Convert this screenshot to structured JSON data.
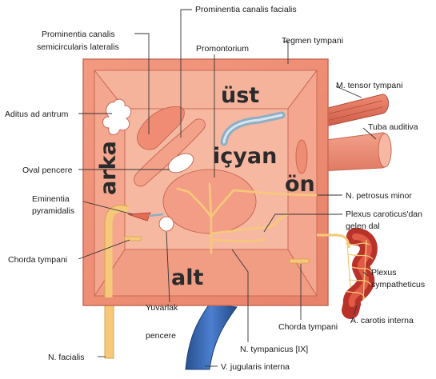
{
  "regions": {
    "top": "üst",
    "bottom": "alt",
    "back": "arka",
    "front": "ön",
    "inner": "içyan"
  },
  "labels": {
    "prominentia_canalis_facialis": "Prominentia canalis facialis",
    "prominentia_canalis_semicircularis_1": "Prominentia canalis",
    "prominentia_canalis_semicircularis_2": "semicircularis lateralis",
    "promontorium": "Promontorium",
    "tegmen_tympani": "Tegmen tympani",
    "aditus_ad_antrum": "Aditus ad antrum",
    "m_tensor_tympani": "M. tensor tympani",
    "tuba_auditiva": "Tuba auditiva",
    "oval_pencere": "Oval pencere",
    "n_petrosus_minor": "N. petrosus minor",
    "eminentia_1": "Eminentia",
    "eminentia_2": "pyramidalis",
    "plexus_caroticus_1": "Plexus caroticus'dan",
    "plexus_caroticus_2": "gelen dal",
    "chorda_tympani_left": "Chorda tympani",
    "plexus_sympatheticus_1": "Plexus",
    "plexus_sympatheticus_2": "sympatheticus",
    "a_carotis_interna": "A. carotis interna",
    "yuvarlak_1": "Yuvarlak",
    "yuvarlak_2": "pencere",
    "chorda_tympani_right": "Chorda tympani",
    "n_facialis": "N. facialis",
    "n_tympanicus": "N. tympanicus [IX]",
    "v_jugularis_interna": "V. jugularis interna"
  },
  "colors": {
    "box_outer": "#f0967c",
    "box_inner": "#f7b49e",
    "box_floor": "#f4a58c",
    "nerve": "#f6c97a",
    "artery": "#c8372a",
    "vein": "#2f5fa8",
    "muscle": "#e56a55"
  }
}
